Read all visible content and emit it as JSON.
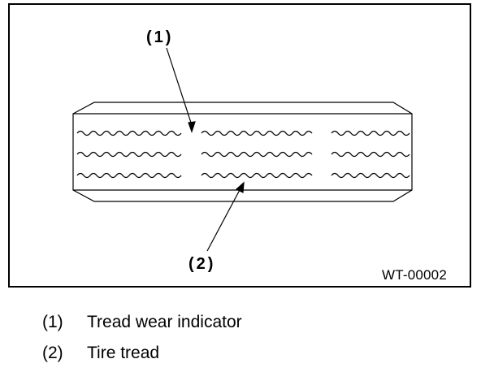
{
  "figure": {
    "id": "WT-00002",
    "callouts": [
      {
        "label": "(1)",
        "target": "Tread wear indicator"
      },
      {
        "label": "(2)",
        "target": "Tire tread"
      }
    ]
  },
  "legend": [
    {
      "num": "(1)",
      "text": "Tread wear indicator"
    },
    {
      "num": "(2)",
      "text": "Tire tread"
    }
  ]
}
